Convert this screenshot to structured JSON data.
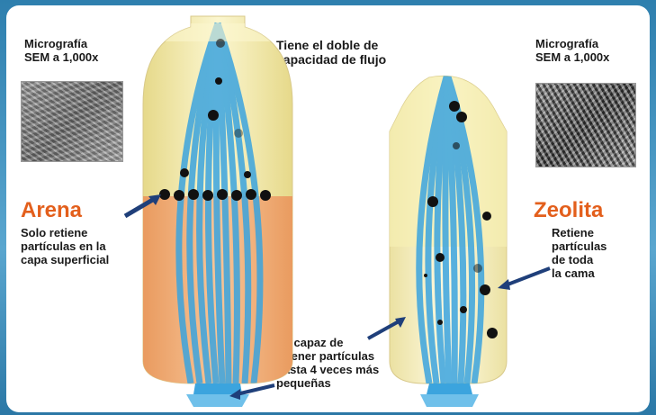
{
  "left_micro_title": "Micrografía\nSEM a 1,000x",
  "right_micro_title": "Micrografía\nSEM a 1,000x",
  "center_title": "Tiene el doble de\ncapacidad de flujo",
  "arena_label": "Arena",
  "arena_desc": "Solo retiene\npartículas en la\ncapa superficial",
  "zeolita_label": "Zeolita",
  "zeolita_desc": "Retiene\npartículas\nde toda\nla cama",
  "bottom_note": "Es capaz de\nretener partículas\nhasta 4 veces más\npequeñas",
  "colors": {
    "arena": "#e35f1c",
    "sand_fill": "#f3b27e",
    "flow_blue": "#3ba4de",
    "arrow": "#1f3f7a",
    "tank_top": "#f6efb3"
  }
}
